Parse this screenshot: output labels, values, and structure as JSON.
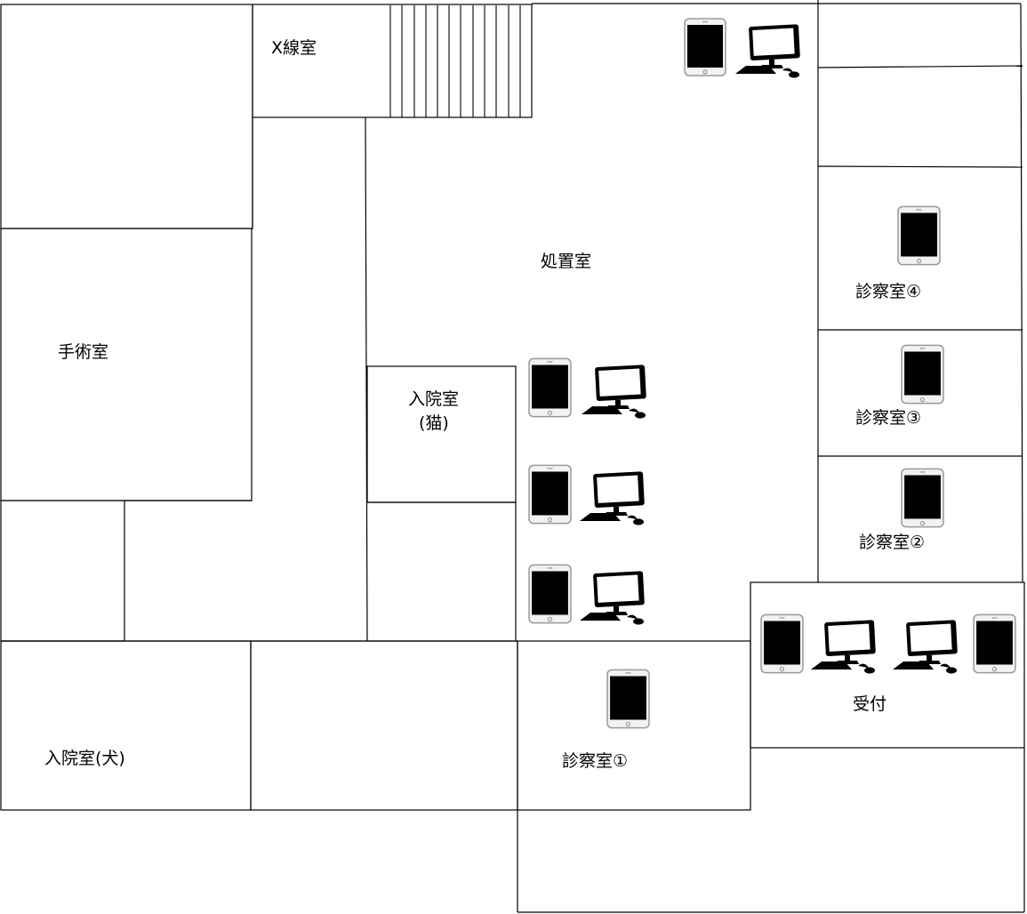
{
  "rooms": {
    "xray": "X線室",
    "treatment": "処置室",
    "surgery": "手術室",
    "ward_cat_line1": "入院室",
    "ward_cat_line2": "(猫)",
    "ward_dog": "入院室(犬)",
    "exam1": "診察室①",
    "exam2": "診察室②",
    "exam3": "診察室③",
    "exam4": "診察室④",
    "reception": "受付"
  },
  "device_types": {
    "tablet": "tablet-icon",
    "desktop": "desktop-computer-icon"
  },
  "colors": {
    "wall": "#000000",
    "tablet_frame": "#9a9a9a",
    "device_fill": "#000000"
  }
}
